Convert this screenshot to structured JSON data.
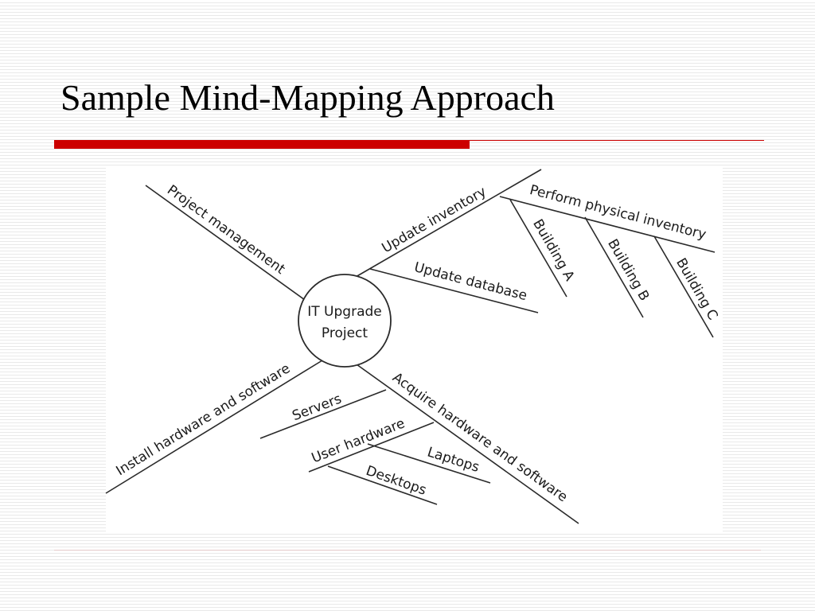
{
  "slide": {
    "title": "Sample Mind-Mapping Approach",
    "accent_color": "#cc0000",
    "rule_color": "#cc0000"
  },
  "mindmap": {
    "center": {
      "line1": "IT Upgrade",
      "line2": "Project"
    },
    "branches": {
      "project_management": "Project  management",
      "update_inventory": "Update inventory",
      "update_database": "Update database",
      "perform_physical_inventory": "Perform physical inventory",
      "building_a": "Building A",
      "building_b": "Building B",
      "building_c": "Building C",
      "install_hardware_software": "Install hardware and software",
      "servers": "Servers",
      "acquire_hardware_software": "Acquire hardware and software",
      "user_hardware": "User hardware",
      "laptops": "Laptops",
      "desktops": "Desktops"
    }
  }
}
